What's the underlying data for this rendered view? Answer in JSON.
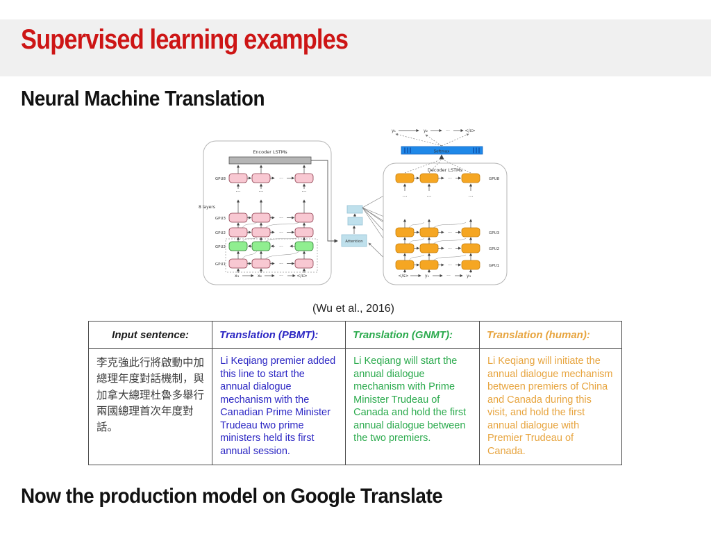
{
  "slide": {
    "title": "Supervised learning examples",
    "subtitle": "Neural Machine Translation",
    "citation": "(Wu et al., 2016)",
    "footer": "Now the production model on Google Translate"
  },
  "colors": {
    "title_red": "#cd1515",
    "header_band_gray": "#f0f0f0",
    "pbmt_blue": "#2b26c3",
    "gnmt_green": "#2baa4d",
    "human_orange": "#e7a43e",
    "encoder_box_pink": "#f8c8d2",
    "encoder_box_green": "#90ee90",
    "decoder_box_orange": "#f5a623",
    "attention_box_blue": "#bfe0ec",
    "softmax_bar_blue": "#1f88e8",
    "encoder_bar_gray": "#b5b5b5"
  },
  "diagram": {
    "encoder_title": "Encoder LSTMs",
    "decoder_title": "Decoder LSTMs",
    "softmax_label": "Softmax",
    "attention_label": "Attention",
    "layers_label": "8 layers",
    "ellipsis": "···",
    "encoder_gpu_labels": [
      "GPU8",
      "GPU3",
      "GPU2",
      "GPU2",
      "GPU1"
    ],
    "decoder_gpu_labels": [
      "GPU8",
      "GPU3",
      "GPU2",
      "GPU1"
    ],
    "encoder_inputs": [
      "x₃",
      "x₂",
      "···",
      "</s>"
    ],
    "decoder_inputs": [
      "</s>",
      "y₁",
      "···",
      "y₃"
    ],
    "decoder_outputs": [
      "y₁",
      "y₂",
      "···",
      "</s>"
    ]
  },
  "table": {
    "headers": [
      "Input sentence:",
      "Translation (PBMT):",
      "Translation (GNMT):",
      "Translation (human):"
    ],
    "row": {
      "input": "李克強此行將啟動中加總理年度對話機制，與加拿大總理杜魯多舉行兩國總理首次年度對話。",
      "pbmt": "Li Keqiang premier added this line to start the annual dialogue mechanism with the Canadian Prime Minister Trudeau two prime ministers held its first annual session.",
      "gnmt": "Li Keqiang will start the annual dialogue mechanism with Prime Minister Trudeau of Canada and hold the first annual dialogue between the two premiers.",
      "human": "Li Keqiang will initiate the annual dialogue mechanism between premiers of China and Canada during this visit, and hold the first annual dialogue with Premier Trudeau of Canada."
    }
  }
}
